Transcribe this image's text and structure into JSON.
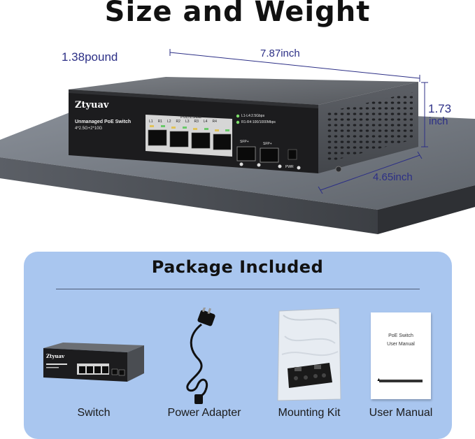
{
  "title": "Size and Weight",
  "dimensions": {
    "weight": "1.38pound",
    "length": "7.87inch",
    "height_value": "1.73",
    "height_unit": "inch",
    "depth": "4.65inch"
  },
  "device": {
    "brand": "Ztyuav",
    "model_line1": "Unmanaged PoE Switch",
    "model_line2": "4*2.5G+2*10G",
    "port_group_label": "PoE/2.5GE",
    "port_labels": [
      "L1",
      "R1",
      "L2",
      "R2",
      "L3",
      "R3",
      "L4",
      "R4"
    ],
    "sfp_label_1": "SFP+",
    "sfp_label_2": "SFP+",
    "led_legend_1": "L1-L4:2.5Gbps",
    "led_legend_2": "R1-R4:100/1000Mbps",
    "pwr_label": "PWR"
  },
  "package": {
    "title": "Package Included",
    "items": [
      {
        "label": "Switch",
        "icon": "switch-image"
      },
      {
        "label": "Power Adapter",
        "icon": "power-cord-image"
      },
      {
        "label": "Mounting Kit",
        "icon": "mounting-kit-image"
      },
      {
        "label": "User Manual",
        "icon": "user-manual-image"
      }
    ],
    "manual_line1": "PoE Switch",
    "manual_line2": "User Manual"
  },
  "colors": {
    "panel_bg": "#a9c6ef",
    "dimension_text": "#2c2f86",
    "device_body": "#4a4d52",
    "device_front": "#1c1c1e"
  }
}
